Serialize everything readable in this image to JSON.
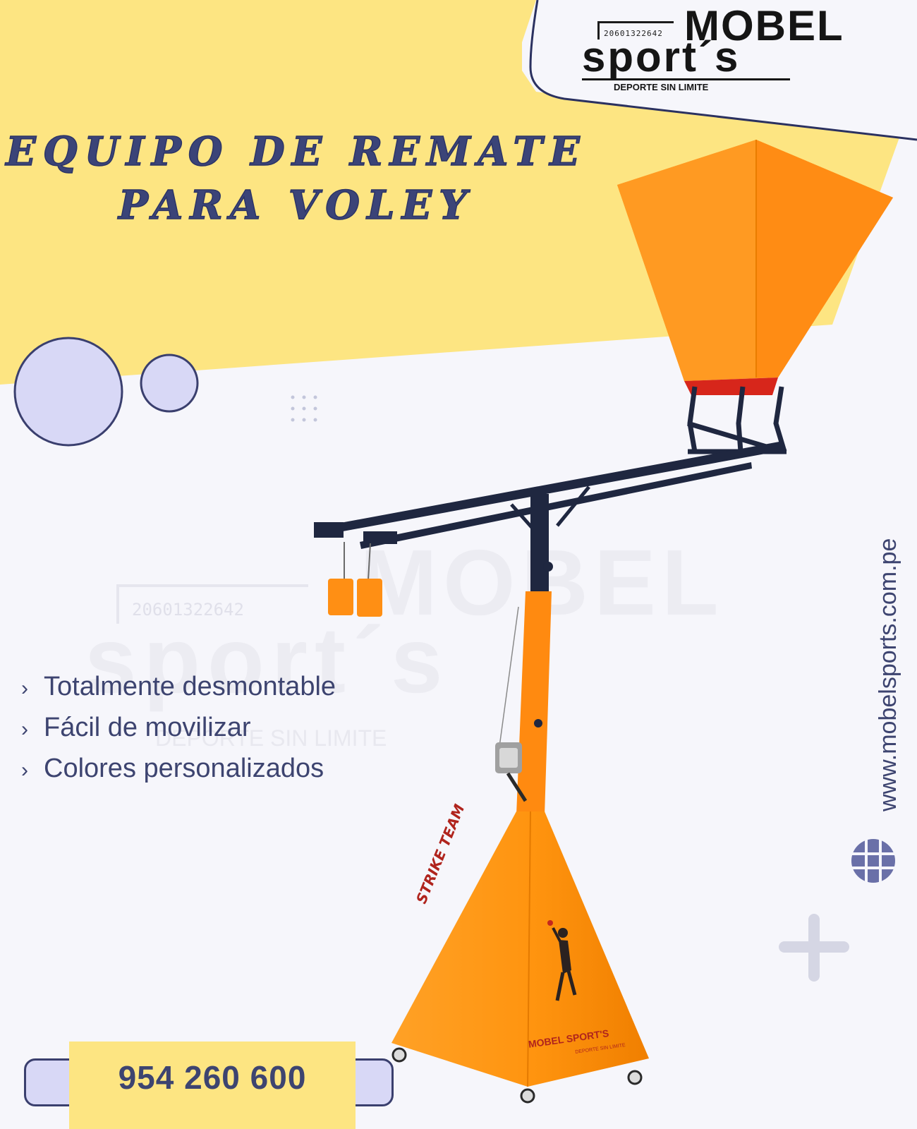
{
  "colors": {
    "yellow": "#fde582",
    "lavender": "#d8d8f6",
    "navy": "#3d4470",
    "orange": "#ff9514",
    "frame": "#1f2740"
  },
  "logo": {
    "id_number": "20601322642",
    "mobel": "MOBEL",
    "sports": "sport´s",
    "tagline": "DEPORTE SIN LIMITE"
  },
  "headline": {
    "line1": "EQUIPO DE REMATE",
    "line2": "PARA VOLEY"
  },
  "features": [
    {
      "marker": "›",
      "text": "Totalmente desmontable"
    },
    {
      "marker": "›",
      "text": "Fácil de movilizar"
    },
    {
      "marker": "›",
      "text": "Colores personalizados"
    }
  ],
  "product": {
    "side_text": "STRIKE TEAM",
    "brand_text": "MOBEL SPORT'S",
    "brand_tagline": "DEPORTE SIN LIMITE"
  },
  "watermark": {
    "id_number": "20601322642",
    "mobel": "MOBEL",
    "sports": "sport´s",
    "tagline": "DEPORTE SIN LIMITE"
  },
  "website": "www.mobelsports.com.pe",
  "icons": {
    "globe": "globe-icon",
    "plus": "plus-icon"
  },
  "contact": {
    "phone": "954 260 600"
  }
}
